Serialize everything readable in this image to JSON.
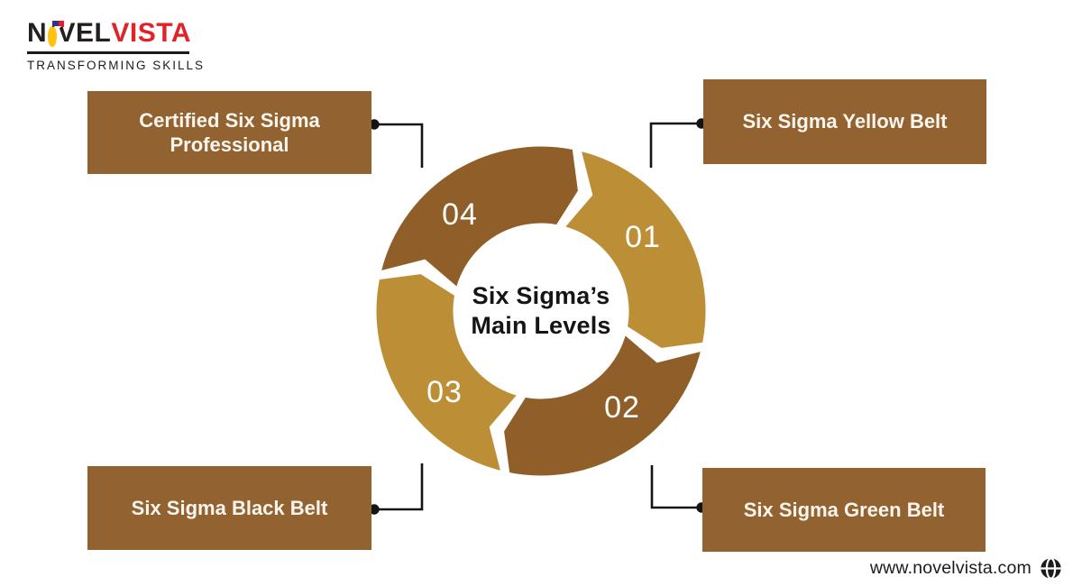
{
  "brand": {
    "wordmark_n": "N",
    "wordmark_vel": "VEL",
    "wordmark_vista": "VISTA",
    "tagline": "TRANSFORMING SKILLS"
  },
  "cycle": {
    "title_line1": "Six Sigma’s",
    "title_line2": "Main Levels",
    "rotation": "clockwise",
    "segments": [
      {
        "number": "01",
        "label": "Six Sigma Yellow Belt",
        "color": "#bc8f37",
        "position": "top-right"
      },
      {
        "number": "02",
        "label": "Six Sigma Green Belt",
        "color": "#905f29",
        "position": "bottom-right"
      },
      {
        "number": "03",
        "label": "Six Sigma Black Belt",
        "color": "#bc8f37",
        "position": "bottom-left"
      },
      {
        "number": "04",
        "label": "Certified Six Sigma Professional",
        "color": "#905f29",
        "position": "top-left"
      }
    ]
  },
  "footer": {
    "website": "www.novelvista.com"
  },
  "colors": {
    "segment_gold": "#bc8f37",
    "segment_brown": "#905f29",
    "label_box_brown": "#926330",
    "connector_ink": "#141414",
    "title_ink": "#151515",
    "logo_black": "#231f20",
    "logo_red": "#e22128",
    "medal_yellow": "#ffc20e",
    "ribbon_blue": "#2e3192",
    "ribbon_red": "#ec1c24",
    "background": "#ffffff"
  }
}
